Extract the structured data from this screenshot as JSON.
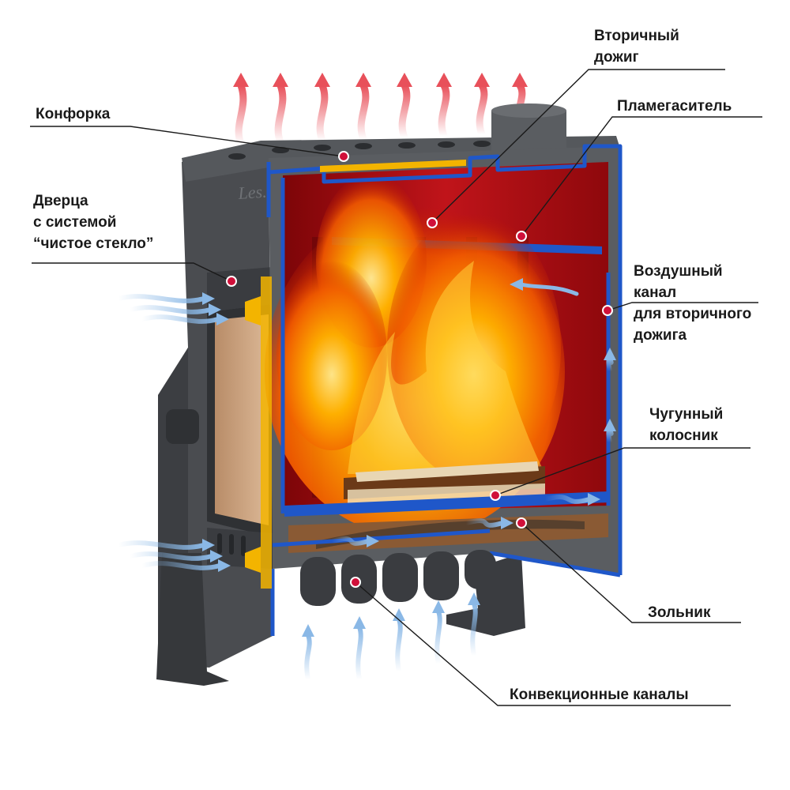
{
  "stove_brand": "Les.",
  "colors": {
    "body": "#4a4c50",
    "body_dark": "#36383b",
    "firebox": "#b80d12",
    "firebox_dark": "#7c0508",
    "cut_edge": "#1f57c9",
    "accent_yellow": "#f3b400",
    "glass": "#caa27f",
    "heat_arrow": "#e8505a",
    "air_arrow": "#8ab8e6",
    "leader_line": "#1a1a1a",
    "marker": "#d0103a"
  },
  "labels": {
    "konforka": {
      "lines": [
        "Конфорка"
      ]
    },
    "door": {
      "lines": [
        "Дверца",
        "с системой",
        "“чистое стекло”"
      ]
    },
    "secondary_burn": {
      "lines": [
        "Вторичный",
        "дожиг"
      ]
    },
    "flame_arrester": {
      "lines": [
        "Пламегаситель"
      ]
    },
    "air_channel": {
      "lines": [
        "Воздушный",
        "канал",
        "для вторичного",
        "дожига"
      ]
    },
    "grate": {
      "lines": [
        "Чугунный",
        "колосник"
      ]
    },
    "ash_pan": {
      "lines": [
        "Зольник"
      ]
    },
    "convection": {
      "lines": [
        "Конвекционные каналы"
      ]
    }
  }
}
